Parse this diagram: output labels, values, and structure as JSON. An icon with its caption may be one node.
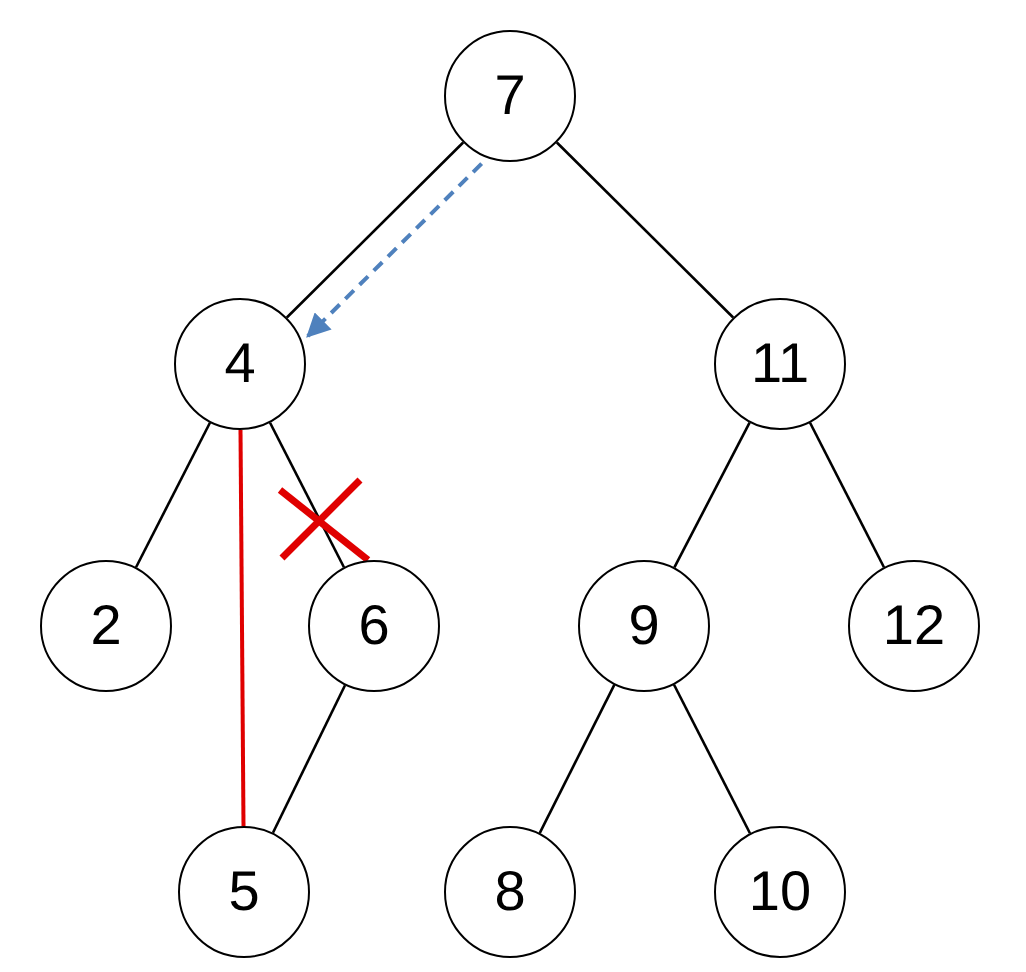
{
  "diagram": {
    "nodes": [
      {
        "text": [
          "7"
        ]
      },
      {
        "text": [
          "4"
        ]
      },
      {
        "text": [
          "11"
        ]
      },
      {
        "text": [
          "2"
        ]
      },
      {
        "text": [
          "6"
        ]
      },
      {
        "text": [
          "9"
        ]
      },
      {
        "text": [
          "12"
        ]
      },
      {
        "text": [
          "5"
        ]
      },
      {
        "text": [
          "8"
        ]
      },
      {
        "text": [
          "10"
        ]
      }
    ],
    "edges": [
      {
        "from": 0,
        "to": 1,
        "arrow": "none"
      },
      {
        "from": 0,
        "to": 2,
        "arrow": "none"
      },
      {
        "from": 1,
        "to": 3,
        "arrow": "none"
      },
      {
        "from": 1,
        "to": 4,
        "arrow": "none"
      },
      {
        "from": 2,
        "to": 5,
        "arrow": "none"
      },
      {
        "from": 2,
        "to": 6,
        "arrow": "none"
      },
      {
        "from": 4,
        "to": 7,
        "arrow": "none"
      },
      {
        "from": 5,
        "to": 8,
        "arrow": "none"
      },
      {
        "from": 5,
        "to": 9,
        "arrow": "none"
      },
      {
        "from": 1,
        "to": 7,
        "arrow": "none",
        "color": "#e00000"
      },
      {
        "from": 0,
        "to": 1,
        "arrow": "to",
        "style": "dashed",
        "color": "#4f81bd"
      }
    ]
  }
}
